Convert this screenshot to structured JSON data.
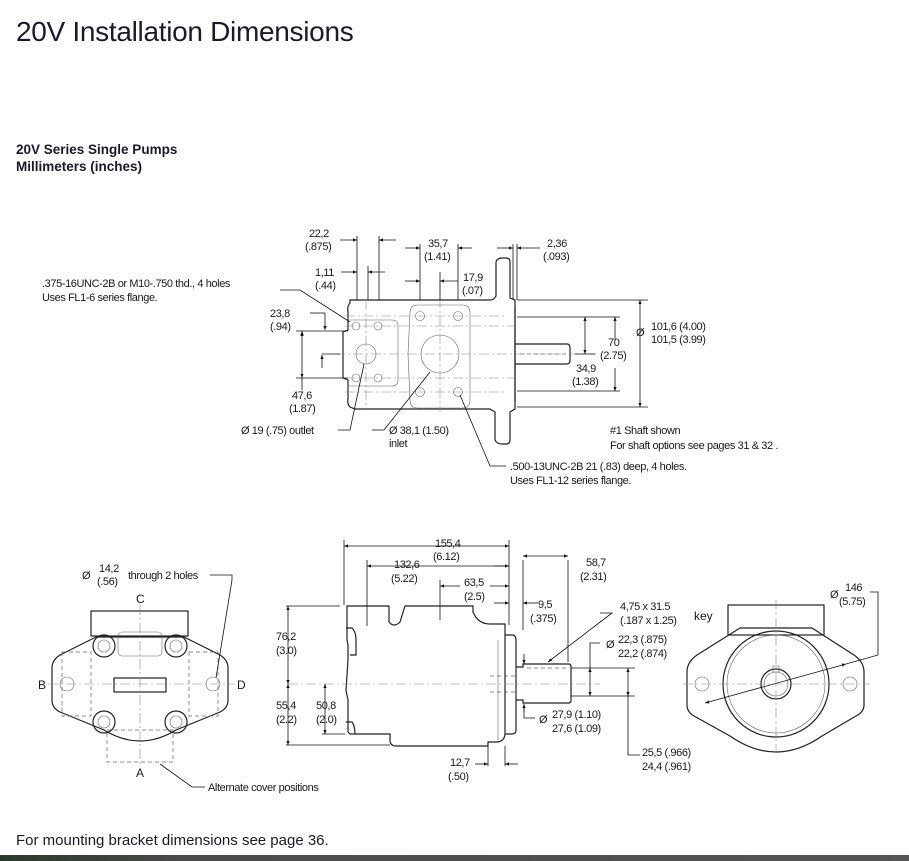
{
  "page": {
    "title": "20V Installation Dimensions",
    "subtitle_line1": "20V Series Single Pumps",
    "subtitle_line2": "Millimeters (inches)",
    "footer": "For mounting bracket dimensions see page 36."
  },
  "top_view": {
    "dims": {
      "d22_2": [
        "22,2",
        "(.875)"
      ],
      "d1_11": [
        "1,11",
        "(.44)"
      ],
      "d35_7": [
        "35,7",
        "(1.41)"
      ],
      "d17_9": [
        "17,9",
        "(.07)"
      ],
      "d2_36": [
        "2,36",
        "(.093)"
      ],
      "d23_8": [
        "23,8",
        "(.94)"
      ],
      "d47_6": [
        "47,6",
        "(1.87)"
      ],
      "d70": [
        "70",
        "(2.75)"
      ],
      "d34_9": [
        "34,9",
        "(1.38)"
      ],
      "d101": [
        "101,6 (4.00)",
        "101,5 (3.99)"
      ]
    },
    "notes": {
      "outlet_flange": [
        ".375-16UNC-2B  or M10-.750 thd., 4 holes",
        "Uses FL1-6 series  flange."
      ],
      "outlet": "Ø 19 (.75) outlet",
      "inlet": [
        "Ø  38,1 (1.50)",
        "inlet"
      ],
      "inlet_flange": [
        ".500-13UNC-2B  21 (.83) deep, 4 holes.",
        "Uses FL1-12 series  flange."
      ],
      "shaft": [
        "#1 Shaft shown",
        "For shaft options see pages 31 & 32 ."
      ]
    }
  },
  "end_view_left": {
    "hole_note": [
      "14,2",
      "(.56)",
      "through 2 holes"
    ],
    "positions": [
      "A",
      "B",
      "C",
      "D"
    ],
    "alternate_note": "Alternate cover positions"
  },
  "side_view": {
    "dims": {
      "d155_4": [
        "155,4",
        "(6.12)"
      ],
      "d132_6": [
        "132,6",
        "(5.22)"
      ],
      "d63_5": [
        "63,5",
        "(2.5)"
      ],
      "d58_7": [
        "58,7",
        "(2.31)"
      ],
      "d9_5": [
        "9,5",
        "(.375)"
      ],
      "d76_2": [
        "76,2",
        "(3.0)"
      ],
      "d55_4": [
        "55,4",
        "(2.2)"
      ],
      "d50_8": [
        "50,8",
        "(2.0)"
      ],
      "d12_7": [
        "12,7",
        "(.50)"
      ],
      "key": [
        "4,75 x 31.5",
        "(.187 x 1.25)"
      ],
      "d22_3": [
        "22,3 (.875)",
        "22,2 (.874)"
      ],
      "d27_9": [
        "27,9 (1.10)",
        "27,6 (1.09)"
      ],
      "d25_5": [
        "25,5 (.966)",
        "24,4 (.961)"
      ]
    }
  },
  "end_view_right": {
    "key_label": "key",
    "d146": [
      "146",
      "(5.75)"
    ]
  },
  "symbols": {
    "diameter": "Ø"
  }
}
